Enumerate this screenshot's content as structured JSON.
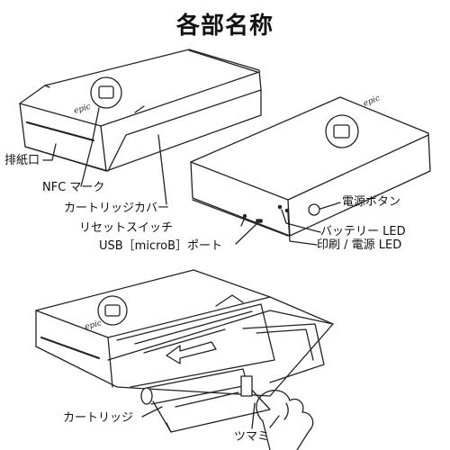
{
  "title": "各部名称",
  "labels": {
    "paper_exit": "排紙口",
    "nfc_mark": "NFC マーク",
    "cartridge_cover": "カートリッジカバー",
    "reset_switch": "リセットスイッチ",
    "usb_port": "USB［microB］ポート",
    "power_button": "電源ボタン",
    "battery_led": "バッテリー LED",
    "print_power_led": "印刷 / 電源 LED",
    "cartridge": "カートリッジ",
    "knob": "ツマミ"
  },
  "device": {
    "brand": "epic",
    "colors": {
      "line": "#222222",
      "background": "#ffffff"
    }
  }
}
